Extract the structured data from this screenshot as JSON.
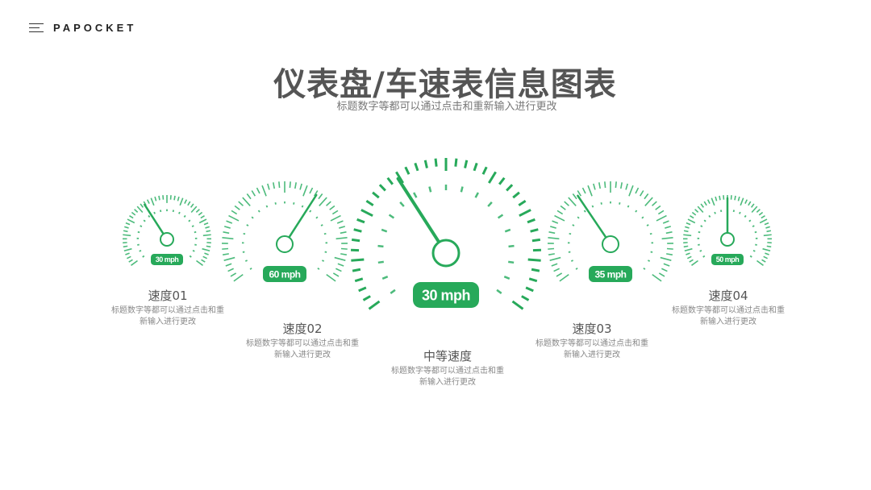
{
  "header": {
    "brand": "PAPOCKET",
    "menu_icon": "hamburger-icon"
  },
  "title": "仪表盘/车速表信息图表",
  "subtitle": "标题数字等都可以通过点击和重新输入进行更改",
  "colors": {
    "accent": "#27a95a",
    "tick": "#4dbb7c",
    "title": "#555555"
  },
  "gauges": [
    {
      "id": "speed01",
      "readout": "30 mph",
      "needle_fraction": 0.37,
      "heading": "速度01",
      "desc": [
        "标题数字等都可以通过点击和重",
        "新输入进行更改"
      ]
    },
    {
      "id": "speed02",
      "readout": "60 mph",
      "needle_fraction": 0.63,
      "heading": "速度02",
      "desc": [
        "标题数字等都可以通过点击和重",
        "新输入进行更改"
      ]
    },
    {
      "id": "medium",
      "readout": "30 mph",
      "needle_fraction": 0.37,
      "heading": "中等速度",
      "desc": [
        "标题数字等都可以通过点击和重",
        "新输入进行更改"
      ]
    },
    {
      "id": "speed03",
      "readout": "35 mph",
      "needle_fraction": 0.365,
      "heading": "速度03",
      "desc": [
        "标题数字等都可以通过点击和重",
        "新输入进行更改"
      ]
    },
    {
      "id": "speed04",
      "readout": "50 mph",
      "needle_fraction": 0.5,
      "heading": "速度04",
      "desc": [
        "标题数字等都可以通过点击和重",
        "新输入进行更改"
      ]
    }
  ]
}
